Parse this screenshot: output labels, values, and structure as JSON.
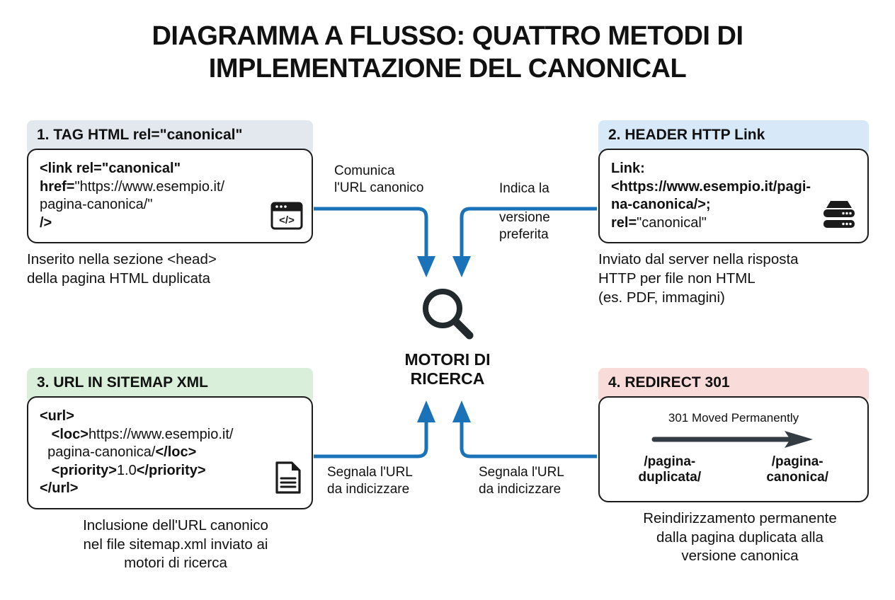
{
  "title": "DIAGRAMMA A FLUSSO: QUATTRO METODI DI IMPLEMENTAZIONE DEL CANONICAL",
  "colors": {
    "accent_blue": "#1a72b8",
    "header_1": "#e3e7ee",
    "header_2": "#d7e8f8",
    "header_3": "#d9efda",
    "header_4": "#f9dcd9",
    "box_border": "#1b1b1b",
    "text": "#111111",
    "redirect_arrow": "#333b43"
  },
  "hub": {
    "icon": "magnifier-icon",
    "label": "MOTORI DI\nRICERCA"
  },
  "cards": [
    {
      "id": "card1",
      "header": "1. TAG HTML rel=\"canonical\"",
      "icon": "code-window-icon",
      "code_lines": [
        {
          "bold": "<link rel=\"canonical\"",
          "plain": ""
        },
        {
          "bold": "href=",
          "plain": "\"https://www.esempio.it/"
        },
        {
          "bold": "",
          "plain": "pagina-canonica/\""
        },
        {
          "bold": "/>",
          "plain": ""
        }
      ],
      "caption": "Inserito nella sezione <head>\ndella pagina HTML duplicata"
    },
    {
      "id": "card2",
      "header": "2. HEADER HTTP Link",
      "icon": "server-icon",
      "code_lines": [
        {
          "bold": "Link:",
          "plain": ""
        },
        {
          "bold": "<https://www.esempio.it/pagi-",
          "plain": ""
        },
        {
          "bold": "na-canonica/>;",
          "plain": ""
        },
        {
          "bold": "rel=",
          "plain": "\"canonical\""
        }
      ],
      "caption": "Inviato dal server nella risposta\nHTTP per file non HTML\n(es. PDF, immagini)"
    },
    {
      "id": "card3",
      "header": "3. URL IN SITEMAP XML",
      "icon": "document-icon",
      "code_lines": [
        {
          "bold": "<url>",
          "plain": ""
        },
        {
          "bold": "  <loc>",
          "plain": "https://www.esempio.it/"
        },
        {
          "bold": "",
          "plain": "pagina-canonica/"
        },
        {
          "bold": "</loc>",
          "plain": ""
        },
        {
          "bold": "  <priority>",
          "plain": "1.0"
        },
        {
          "bold": "</priority>",
          "plain": ""
        },
        {
          "bold": "</url>",
          "plain": ""
        }
      ],
      "caption": "Inclusione dell'URL canonico\nnel file sitemap.xml inviato ai\nmotori di ricerca"
    },
    {
      "id": "card4",
      "header": "4. REDIRECT 301",
      "icon": "arrow-right-icon",
      "status_text": "301 Moved Permanently",
      "source_url": "/pagina-\nduplicata/",
      "target_url": "/pagina-\ncanonica/",
      "caption": "Reindirizzamento permanente\ndalla pagina duplicata alla\nversione canonica"
    }
  ],
  "connectors": [
    {
      "id": "top-left",
      "label": "Comunica\nl'URL canonico"
    },
    {
      "id": "top-right-1",
      "label": "Indica la"
    },
    {
      "id": "top-right-2",
      "label": "versione\npreferita"
    },
    {
      "id": "bottom-left",
      "label": "Segnala l'URL\nda indicizzare"
    },
    {
      "id": "bottom-right",
      "label": "Segnala l'URL\nda indicizzare"
    }
  ]
}
